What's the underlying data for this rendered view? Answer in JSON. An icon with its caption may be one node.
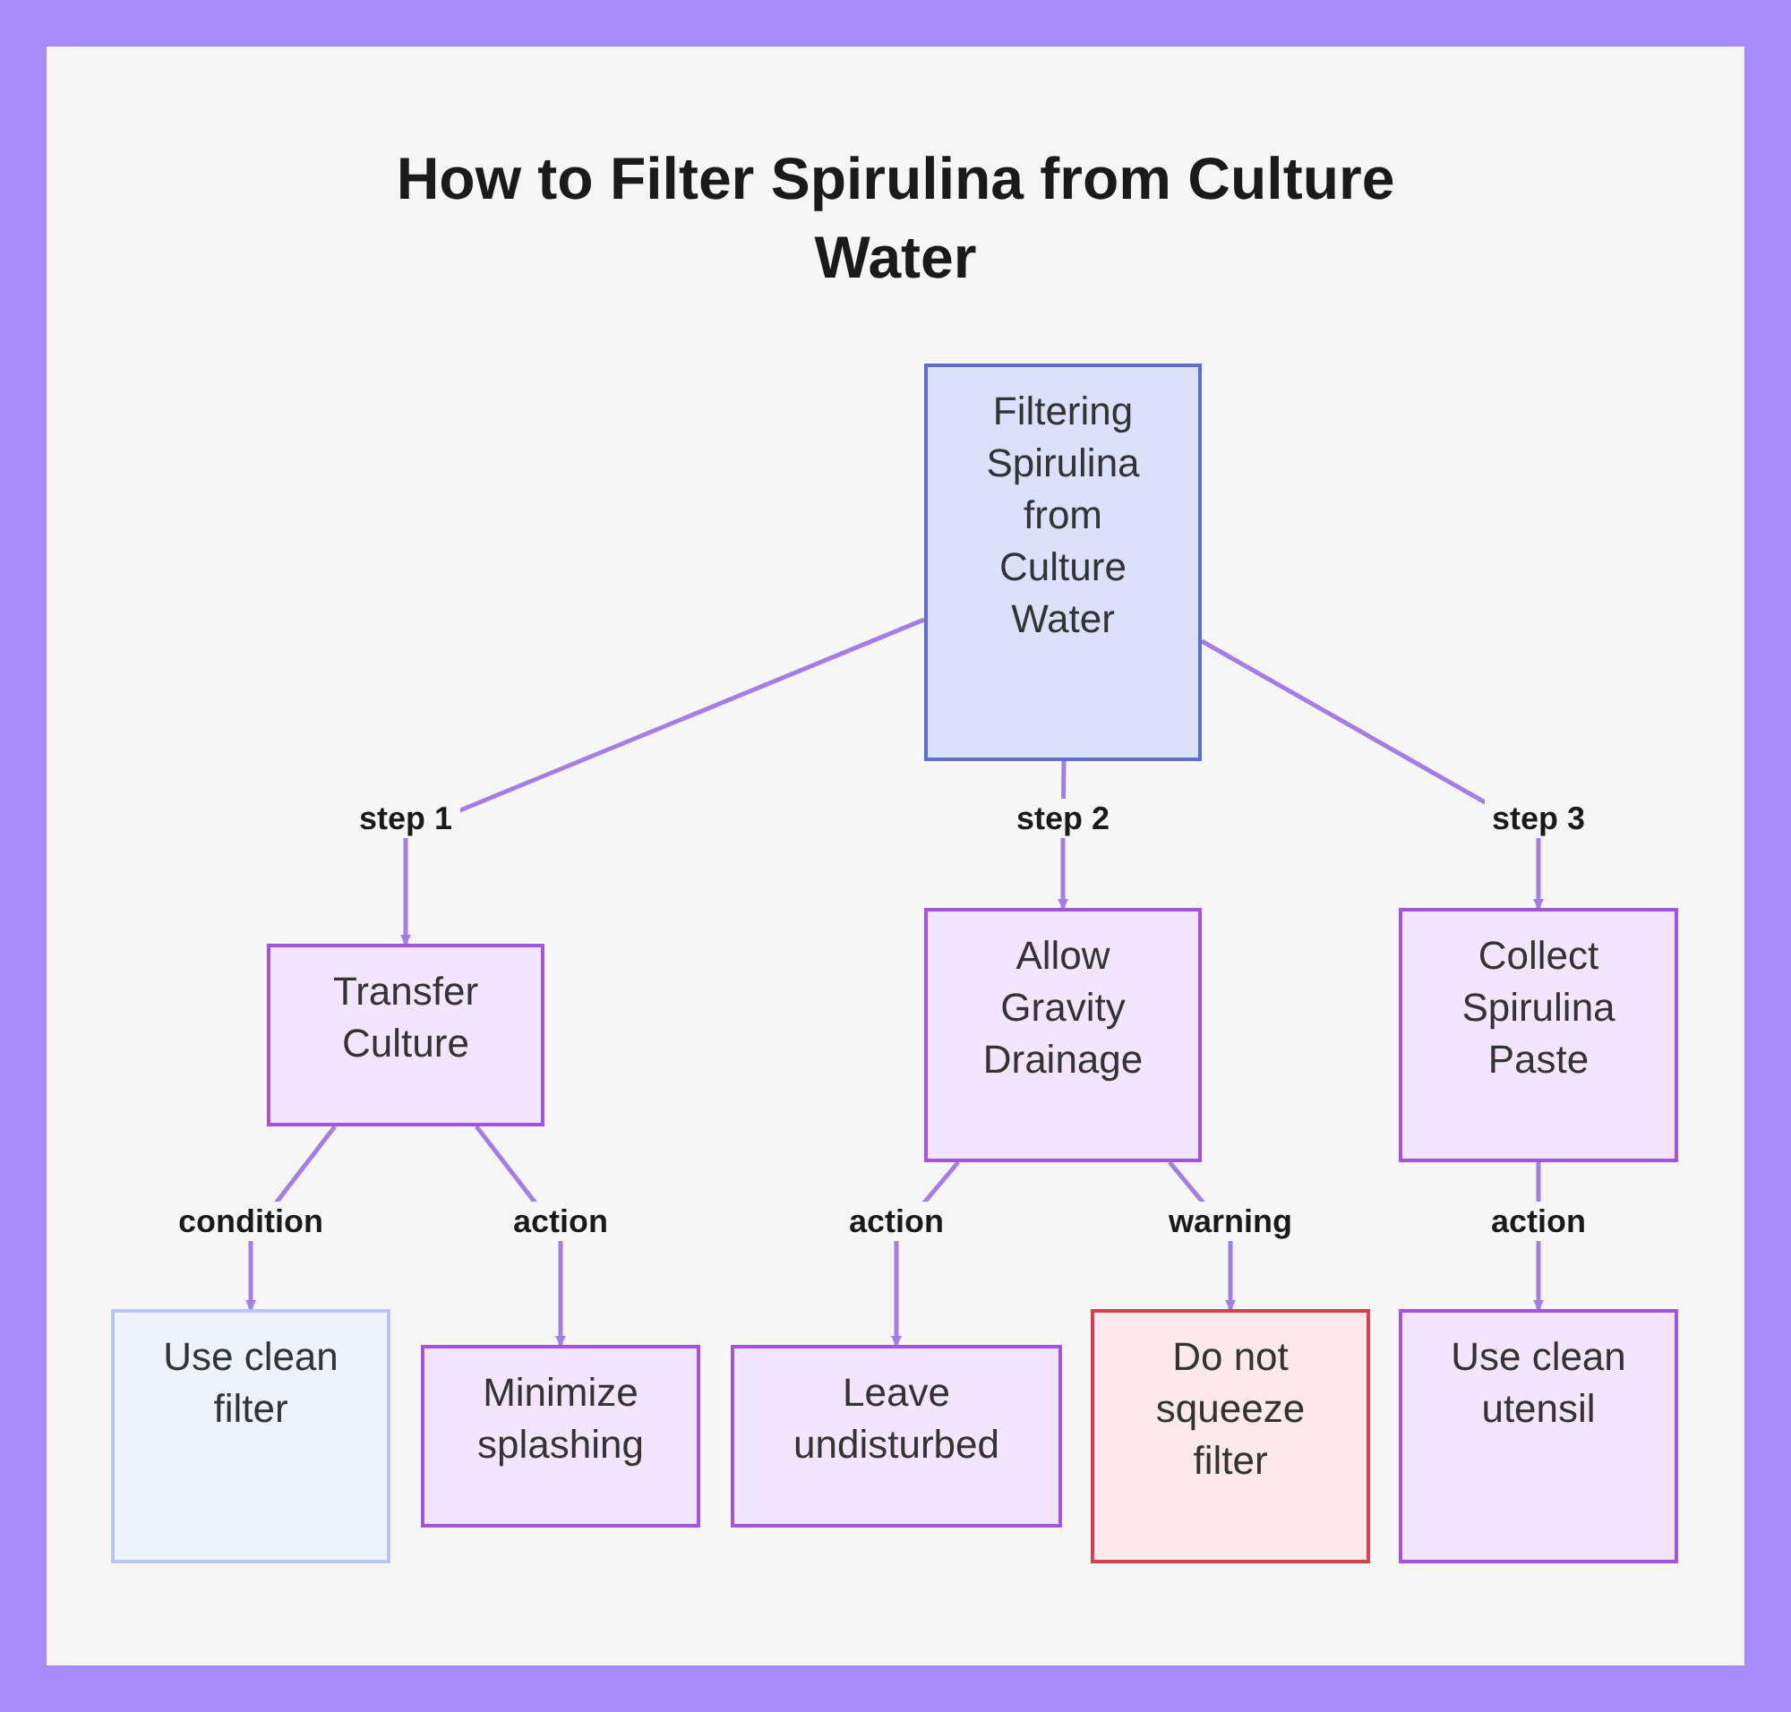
{
  "diagram": {
    "title": "How to Filter Spirulina from Culture Water",
    "nodes": [
      {
        "text": [
          "Filtering Spirulina from Culture Water"
        ]
      },
      {
        "text": [
          "Transfer Culture"
        ]
      },
      {
        "text": [
          "Allow Gravity Drainage"
        ]
      },
      {
        "text": [
          "Collect Spirulina Paste"
        ]
      },
      {
        "text": [
          "Use clean filter"
        ]
      },
      {
        "text": [
          "Minimize splashing"
        ]
      },
      {
        "text": [
          "Leave undisturbed"
        ]
      },
      {
        "text": [
          "Do not squeeze filter"
        ]
      },
      {
        "text": [
          "Use clean utensil"
        ]
      }
    ],
    "edges": [
      {
        "from": 0,
        "to": 1,
        "arrow": "to",
        "label": "step 1"
      },
      {
        "from": 0,
        "to": 2,
        "arrow": "to",
        "label": "step 2"
      },
      {
        "from": 0,
        "to": 3,
        "arrow": "to",
        "label": "step 3"
      },
      {
        "from": 1,
        "to": 4,
        "arrow": "to",
        "label": "condition"
      },
      {
        "from": 1,
        "to": 5,
        "arrow": "to",
        "label": "action"
      },
      {
        "from": 2,
        "to": 6,
        "arrow": "to",
        "label": "action"
      },
      {
        "from": 2,
        "to": 7,
        "arrow": "to",
        "label": "warning"
      },
      {
        "from": 3,
        "to": 8,
        "arrow": "to",
        "label": "action"
      }
    ]
  }
}
